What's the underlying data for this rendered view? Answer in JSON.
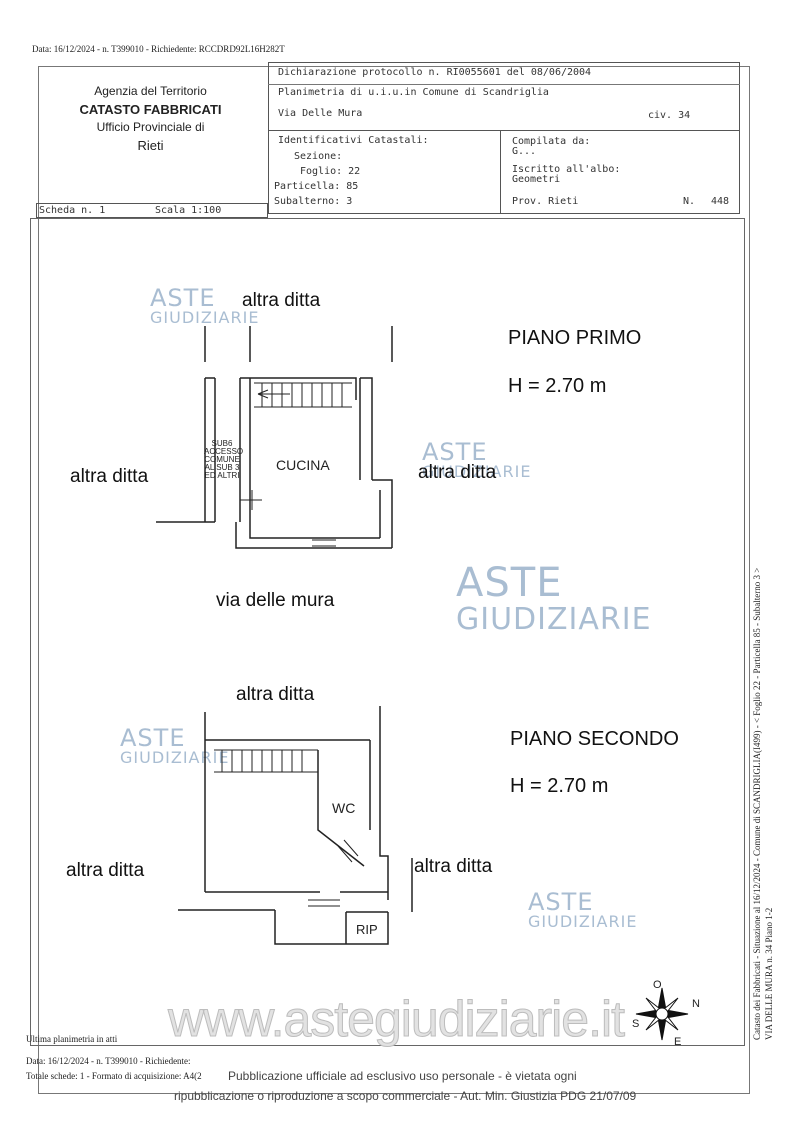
{
  "top_line": "Data: 16/12/2024 - n. T399010 - Richiedente: RCCDRD92L16H282T",
  "agency": {
    "line1": "Agenzia del Territorio",
    "line2": "CATASTO FABBRICATI",
    "line3": "Ufficio Provinciale di",
    "line4": "Rieti"
  },
  "header": {
    "dichiarazione": "Dichiarazione protocollo n. RI0055601 del 08/06/2004",
    "planimetria": "Planimetria di u.i.u.in Comune di Scandriglia",
    "via": "Via Delle Mura",
    "civ": "civ. 34",
    "identificativi": "Identificativi Catastali:",
    "sezione": "Sezione:",
    "foglio": "Foglio: 22",
    "particella": "Particella: 85",
    "subalterno": "Subalterno: 3",
    "compilata": "Compilata da:",
    "compilata_val": "G...",
    "iscritto": "Iscritto all'albo:",
    "geometri": "Geometri",
    "prov": "Prov. Rieti",
    "n_label": "N.",
    "n_val": "448"
  },
  "scheda": "Scheda n. 1",
  "scala": "Scala 1:100",
  "plan": {
    "altra_ditta": "altra ditta",
    "piano_primo": "PIANO PRIMO",
    "piano_secondo": "PIANO SECONDO",
    "altezza": "H = 2.70 m",
    "cucina": "CUCINA",
    "sub6": [
      "SUB6",
      "ACCESSO",
      "COMUNE",
      "AL SUB 3",
      "ED ALTRI"
    ],
    "via_mura": "via delle mura",
    "wc": "WC",
    "rip": "RIP",
    "compass": {
      "n": "N",
      "s": "S",
      "e": "E",
      "o": "O"
    }
  },
  "side_text": "Catasto dei Fabbricati - Situazione al 16/12/2024 - Comune di SCANDRIGLIA(I499) - < Foglio 22 - Particella 85 - Subalterno 3 >",
  "side_text2": "VIA DELLE MURA n. 34 Piano 1-2",
  "watermark": {
    "aste": "ASTE",
    "giudiziarie": "GIUDIZIARIE"
  },
  "footer": {
    "ultima": "Ultima planimetria in atti",
    "data": "Data: 16/12/2024 - n. T399010 - Richiedente:",
    "totale": "Totale schede: 1 - Formato di acquisizione: A4(2",
    "url": "www.astegiudiziarie.it",
    "disclaimer1": "Pubblicazione ufficiale ad esclusivo uso personale - è vietata ogni",
    "disclaimer2": "ripubblicazione o riproduzione a scopo commerciale - Aut. Min. Giustizia PDG 21/07/09"
  }
}
